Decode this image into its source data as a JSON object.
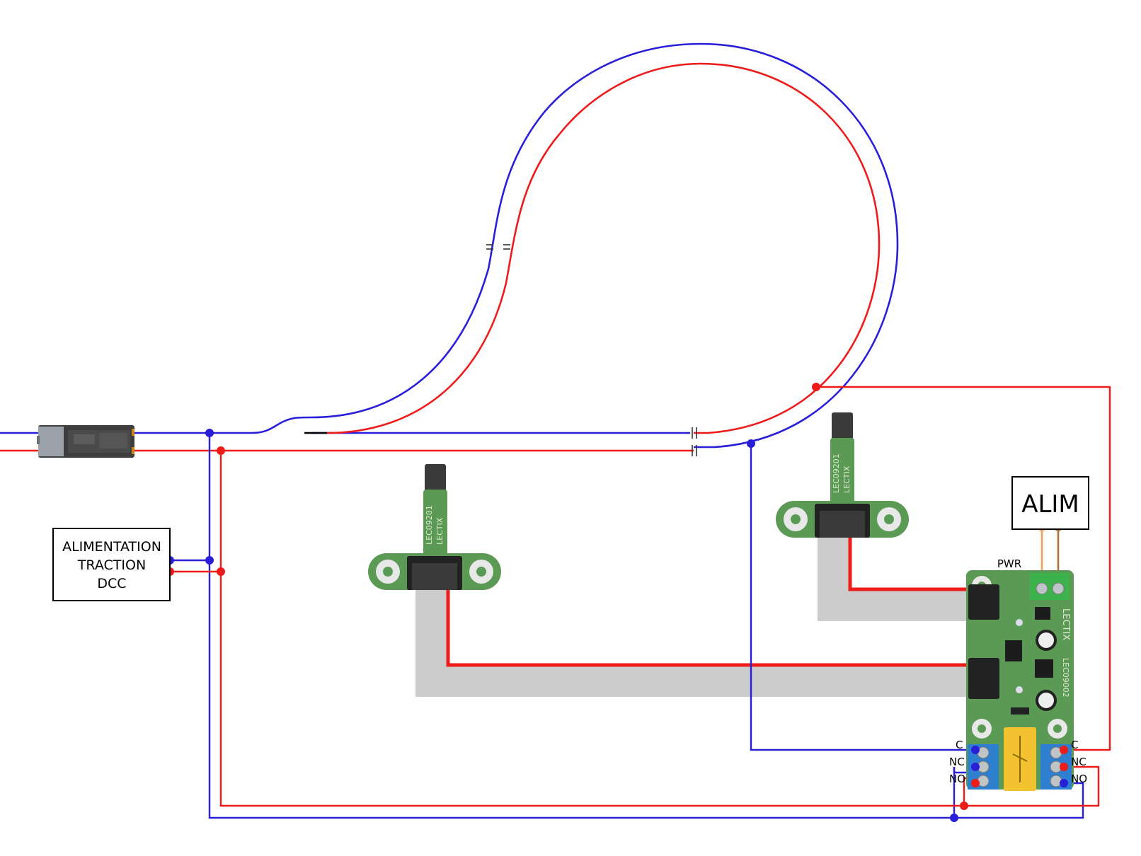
{
  "colors": {
    "blue_wire": "#2a1fd9",
    "red_wire": "#ee1b1b",
    "pcb_green": "#5b9a55",
    "cable_grey": "#cccccc",
    "relay_yellow": "#f2c230",
    "terminal_blue": "#2f7fd0",
    "terminal_green": "#3bb34a",
    "orange_wire": "#f2a05a",
    "brown_wire": "#b0703a"
  },
  "boxes": {
    "dcc_power": {
      "line1": "ALIMENTATION",
      "line2": "TRACTION",
      "line3": "DCC"
    },
    "alim": {
      "label": "ALIM"
    }
  },
  "relay_module": {
    "pwr_label": "PWR",
    "brand": "LECTIX",
    "part": "LEC09002",
    "left_terminals": {
      "c": "C",
      "nc": "NC",
      "no": "NO"
    },
    "right_terminals": {
      "c": "C",
      "nc": "NC",
      "no": "NO"
    }
  },
  "sensors": [
    {
      "brand": "LECTIX",
      "part": "LEC09201"
    },
    {
      "brand": "LECTIX",
      "part": "LEC09201"
    }
  ]
}
